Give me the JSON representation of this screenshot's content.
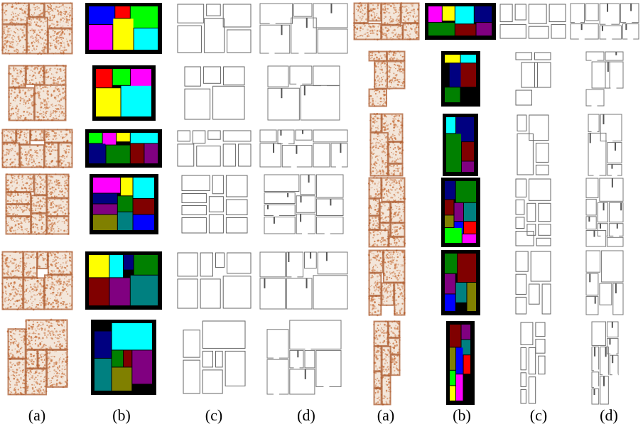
{
  "figure": {
    "column_captions": [
      "(a)",
      "(b)",
      "(c)",
      "(d)",
      "(a)",
      "(b)",
      "(c)",
      "(d)"
    ],
    "panel_types": {
      "a": "point-cloud-density-map",
      "b": "room-segmentation-mask",
      "c": "room-outline-floorplan",
      "d": "floorplan-with-walls-and-doors"
    },
    "segment_colors": [
      "#0000ff",
      "#ff0000",
      "#00ff00",
      "#ff00ff",
      "#ffff00",
      "#00ffff",
      "#000080",
      "#008000",
      "#800000",
      "#800080",
      "#008080",
      "#808000"
    ],
    "density_color": "#c8733f",
    "rows": 6,
    "groups": 2
  }
}
